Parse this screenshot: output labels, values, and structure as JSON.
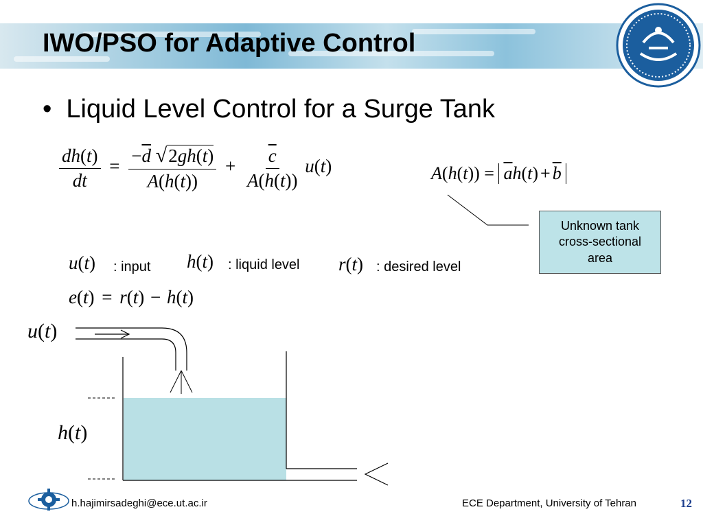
{
  "slide": {
    "title": "IWO/PSO for Adaptive Control",
    "bullet": "Liquid Level Control for a Surge Tank",
    "callout": "Unknown tank cross-sectional area",
    "legend": {
      "input_label": ": input",
      "level_label": ": liquid level",
      "desired_label": ": desired level"
    }
  },
  "math": {
    "dh": "dh",
    "t": "t",
    "dt": "dt",
    "eq": "=",
    "minus": "−",
    "plus": "+",
    "d": "d",
    "two": "2",
    "gh": "gh",
    "A": "A",
    "h": "h",
    "c": "c",
    "u": "u",
    "a": "a",
    "b": "b",
    "r": "r",
    "e": "e",
    "lp": "(",
    "rp": ")",
    "rpp": "))"
  },
  "footer": {
    "email": "h.hajimirsadeghi@ece.ut.ac.ir",
    "dept": "ECE Department, University of Tehran",
    "page": "12"
  },
  "colors": {
    "title_band": "#a9d0e2",
    "callout_fill": "#bde3e8",
    "water_fill": "#b9e0e5",
    "logo": "#1b5e9e",
    "page_number": "#1a3c8c"
  },
  "icons": {
    "university_logo": "university-of-tehran-seal-icon",
    "footer_logo": "department-gear-logo-icon"
  }
}
